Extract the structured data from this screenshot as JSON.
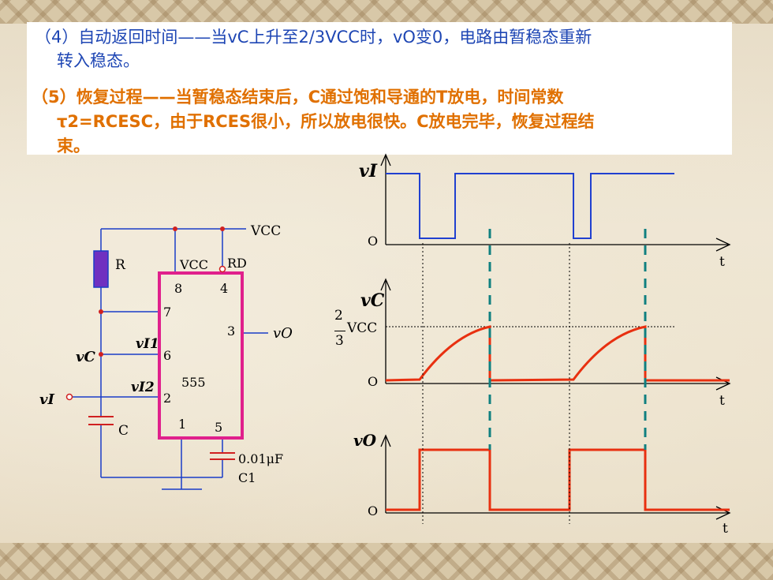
{
  "text": {
    "line1": "（4）自动返回时间——当vC上升至2/3VCC时，vO变0，电路由暂稳态重新",
    "line2": "转入稳态。",
    "line3": "（5）恢复过程——当暂稳态结束后，C通过饱和导通的T放电，时间常数",
    "line4": "τ2=RCESC，由于RCES很小，所以放电很快。C放电完毕，恢复过程结",
    "line5": "束。"
  },
  "circuit": {
    "vcc_top": "VCC",
    "r": "R",
    "vcc_pin": "VCC",
    "rd": "RD",
    "pin8": "8",
    "pin4": "4",
    "pin7": "7",
    "pin3": "3",
    "pin6": "6",
    "pin2": "2",
    "pin1": "1",
    "pin5": "5",
    "chip": "555",
    "vo": "vO",
    "vi1": "vI1",
    "vi2": "vI2",
    "vc": "vC",
    "vi": "vI",
    "c": "C",
    "c1_value": "0.01μF",
    "c1": "C1"
  },
  "waveforms": {
    "vi_label": "vI",
    "vc_label": "vC",
    "vo_label": "vO",
    "origin": "O",
    "t": "t",
    "threshold_num": "2",
    "threshold_den": "3",
    "threshold_vcc": "VCC"
  },
  "colors": {
    "blue_text": "#1e46b4",
    "orange_text": "#e07000",
    "wire": "#1a3cc8",
    "chip_border": "#e0208c",
    "waveform_red": "#e83010",
    "waveform_blue": "#2040d0",
    "dashed_teal": "#108080",
    "resistor": "#7030c0"
  }
}
